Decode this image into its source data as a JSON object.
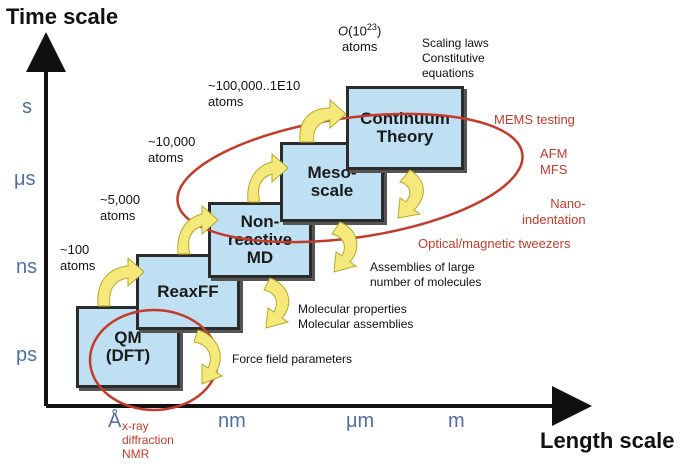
{
  "axes": {
    "y_title": "Time scale",
    "x_title": "Length scale",
    "y_units": [
      "s",
      "μs",
      "ns",
      "ps"
    ],
    "x_units": [
      "Å",
      "nm",
      "μm",
      "m"
    ]
  },
  "boxes": {
    "qm": "QM\n(DFT)",
    "reaxff": "ReaxFF",
    "md": "Non-\nreactive\nMD",
    "meso": "Meso-\nscale",
    "continuum": "Continuum\nTheory"
  },
  "atom_counts": {
    "c100": "~100\natoms",
    "c5000": "~5,000\natoms",
    "c10000": "~10,000\natoms",
    "c100000": "~100,000..1E10\natoms",
    "o_prefix": "O",
    "o_base": "(10",
    "o_exp": "23",
    "o_suffix": ")",
    "o_atoms": "atoms"
  },
  "annotations": {
    "force_field": "Force field parameters",
    "mol_props": "Molecular properties\nMolecular assemblies",
    "assemblies": "Assemblies of large\nnumber of molecules",
    "scaling": "Scaling laws\nConstitutive\nequations"
  },
  "experiments": {
    "xray": "x-ray\ndiffraction\nNMR",
    "mems": "MEMS testing",
    "afm": "AFM\nMFS",
    "nano": "Nano-\nindentation",
    "optical": "Optical/magnetic tweezers"
  },
  "colors": {
    "box_fill": "#bfe0f3",
    "accent_red": "#c23b2b",
    "unit_blue": "#4f6fa6",
    "arrow_yellow": "#f4e97a"
  }
}
